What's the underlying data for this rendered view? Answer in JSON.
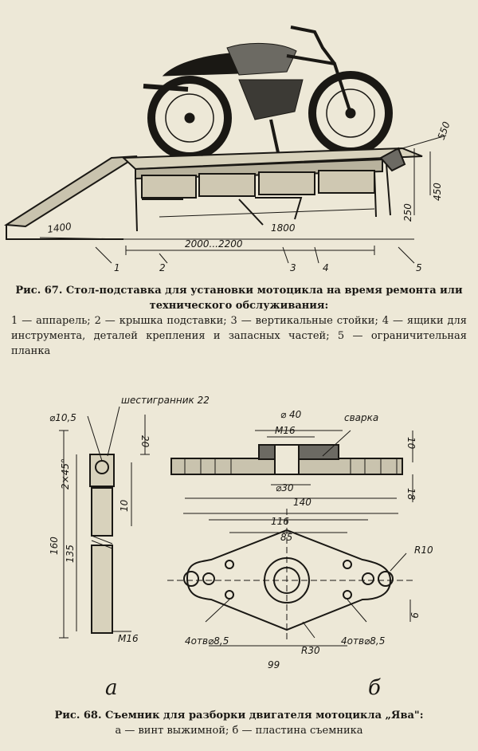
{
  "fig67": {
    "caption_title": "Рис. 67. Стол-подставка для установки мотоцикла на время ремонта или технического обслуживания:",
    "caption_legend": "1 — аппарель; 2 — крышка подставки; 3 — вертикальные стойки; 4 — ящики для инструмента, деталей крепления и запасных частей; 5 — ограничительная планка",
    "dims": {
      "d1400": "1400",
      "d1800": "1800",
      "d2000": "2000...2200",
      "d550": "550",
      "d450": "450",
      "d250": "250"
    },
    "callouts": [
      "1",
      "2",
      "3",
      "4",
      "5"
    ]
  },
  "fig68": {
    "caption_title": "Рис. 68. Съемник для разборки двигателя мотоцикла „Ява\":",
    "caption_legend": "а — винт выжимной; б — пластина съемника",
    "label_a": "а",
    "label_b": "б",
    "bolt": {
      "hex": "шестигранник 22",
      "d105": "⌀10,5",
      "d20": "20",
      "d2x45": "2×45°",
      "d10": "10",
      "d160": "160",
      "d135": "135",
      "m16": "М16"
    },
    "plate": {
      "d40": "⌀ 40",
      "m16": "М16",
      "weld": "сварка",
      "d30": "⌀30",
      "d10": "10",
      "d18": "18",
      "d140": "140",
      "d116": "116",
      "d85": "85",
      "r10": "R10",
      "d9": "9",
      "holes_left": "4отв⌀8,5",
      "holes_right": "4отв⌀8,5",
      "r30": "R30",
      "d99": "99"
    }
  }
}
